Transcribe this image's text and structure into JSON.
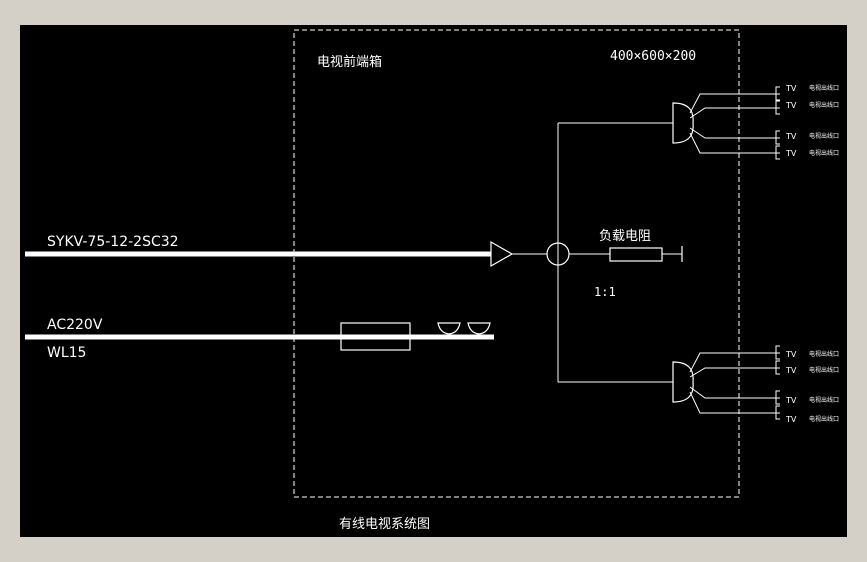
{
  "diagram": {
    "box_title": "电视前端箱",
    "box_size": "400×600×200",
    "trunk_cable": "SYKV-75-12-2SC32",
    "load_label": "负载电阻",
    "ratio_label": "1:1",
    "power_top": "AC220V",
    "power_bottom": "WL15",
    "caption": "有线电视系统图",
    "outputs": [
      {
        "tv": "TV",
        "socket": "电视出线口"
      },
      {
        "tv": "TV",
        "socket": "电视出线口"
      },
      {
        "tv": "TV",
        "socket": "电视出线口"
      },
      {
        "tv": "TV",
        "socket": "电视出线口"
      },
      {
        "tv": "TV",
        "socket": "电视出线口"
      },
      {
        "tv": "TV",
        "socket": "电视出线口"
      },
      {
        "tv": "TV",
        "socket": "电视出线口"
      },
      {
        "tv": "TV",
        "socket": "电视出线口"
      }
    ]
  },
  "colors": {
    "background": "#000000",
    "line": "#ffffff",
    "window": "#d4d0c8"
  }
}
